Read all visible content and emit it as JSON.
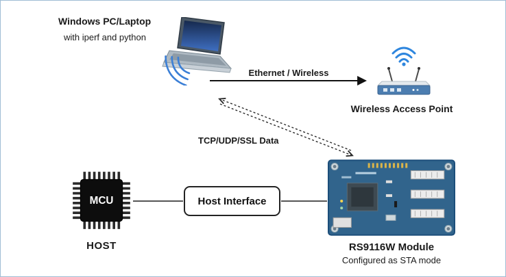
{
  "canvas": {
    "background": "#ffffff",
    "border_color": "#9fbcd4"
  },
  "nodes": {
    "pc": {
      "title": "Windows PC/Laptop",
      "subtitle": "with iperf and python",
      "icon": "laptop-with-wifi-waves-icon"
    },
    "access_point": {
      "label": "Wireless Access Point",
      "icon": "wireless-router-with-wifi-signal-icon"
    },
    "mcu": {
      "chip_label": "MCU",
      "caption": "HOST",
      "icon": "qfp-microcontroller-chip-icon"
    },
    "host_interface": {
      "label": "Host Interface"
    },
    "module": {
      "title": "RS9116W Module",
      "subtitle": "Configured as STA mode",
      "icon": "blue-pcb-evaluation-board-icon"
    }
  },
  "connections": {
    "pc_to_ap": {
      "label": "Ethernet / Wireless",
      "style": "solid-black-arrow-right"
    },
    "pc_to_module": {
      "label": "TCP/UDP/SSL Data",
      "style": "dashed-double-headed-arrow"
    },
    "mcu_to_host_interface": {
      "style": "plain-line"
    },
    "host_interface_to_module": {
      "style": "plain-line"
    }
  },
  "colors": {
    "wifi_blue": "#2e86de",
    "arrow_black": "#1a1a1a",
    "line_gray": "#555555"
  }
}
